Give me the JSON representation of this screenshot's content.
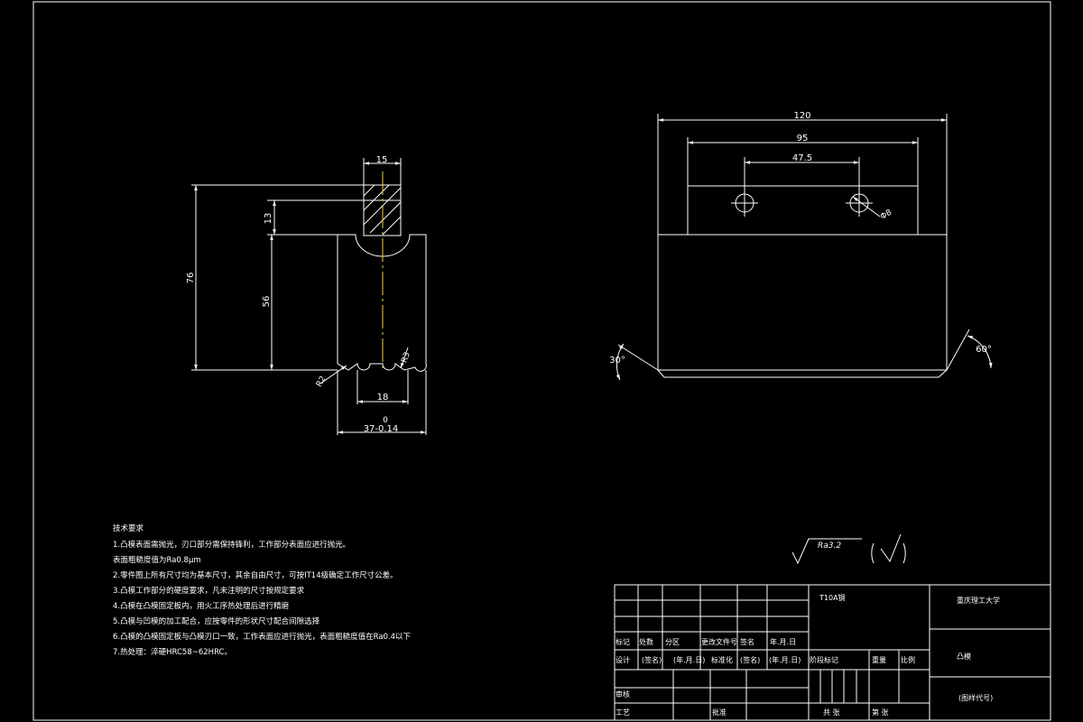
{
  "left_view": {
    "dimensions": {
      "top_width": "15",
      "head_height": "13",
      "overall_height": "76",
      "body_height": "56",
      "notch_width": "18",
      "radius_left": "R2",
      "radius_right": "R3",
      "tolerance_upper": "0",
      "base_width": "37-0.14"
    }
  },
  "right_view": {
    "dimensions": {
      "overall_width": "120",
      "plate_width": "95",
      "hole_spacing": "47.5",
      "hole_diameter": "Φ8",
      "angle_left": "30°",
      "angle_right": "60°"
    }
  },
  "tech_requirements": {
    "title": "技术要求",
    "lines": [
      "1.凸模表面需抛光，刃口部分需保持锋利，工作部分表面应进行抛光。",
      "表面粗糙度值为Ra0.8μm",
      "2.零件图上所有尺寸均为基本尺寸，其余自由尺寸，可按IT14级确定工作尺寸公差。",
      "3.凸模工作部分的硬度要求，凡未注明的尺寸按规定要求",
      "4.凸模在凸模固定板内，用火工序热处理后进行精磨",
      "5.凸模与凹模的加工配合，应按零件的形状尺寸配合间隙选择",
      "6.凸模的凸模固定板与凸模刃口一致，工作表面应进行抛光，表面粗糙度值在Ra0.4以下",
      "7.热处理：淬硬HRC58~62HRC。"
    ]
  },
  "surface_symbol": {
    "roughness": "Ra3.2"
  },
  "title_block": {
    "material": "T10A钢",
    "university": "重庆理工大学",
    "part_name": "凸模",
    "drawing_number": "(图样代号)",
    "headers": [
      "标记",
      "处数",
      "分区",
      "更改文件号",
      "签名",
      "年.月.日"
    ],
    "design_row": [
      "设计",
      "(签名)",
      "(年.月.日)",
      "标准化",
      "(签名)",
      "(年.月.日)"
    ],
    "stage_label": "阶段标记",
    "weight_label": "重量",
    "scale_label": "比例",
    "review_label": "审核",
    "process_label": "工艺",
    "approve_label": "批准",
    "sheets_total": "共  张",
    "sheet_no": "第  张"
  }
}
